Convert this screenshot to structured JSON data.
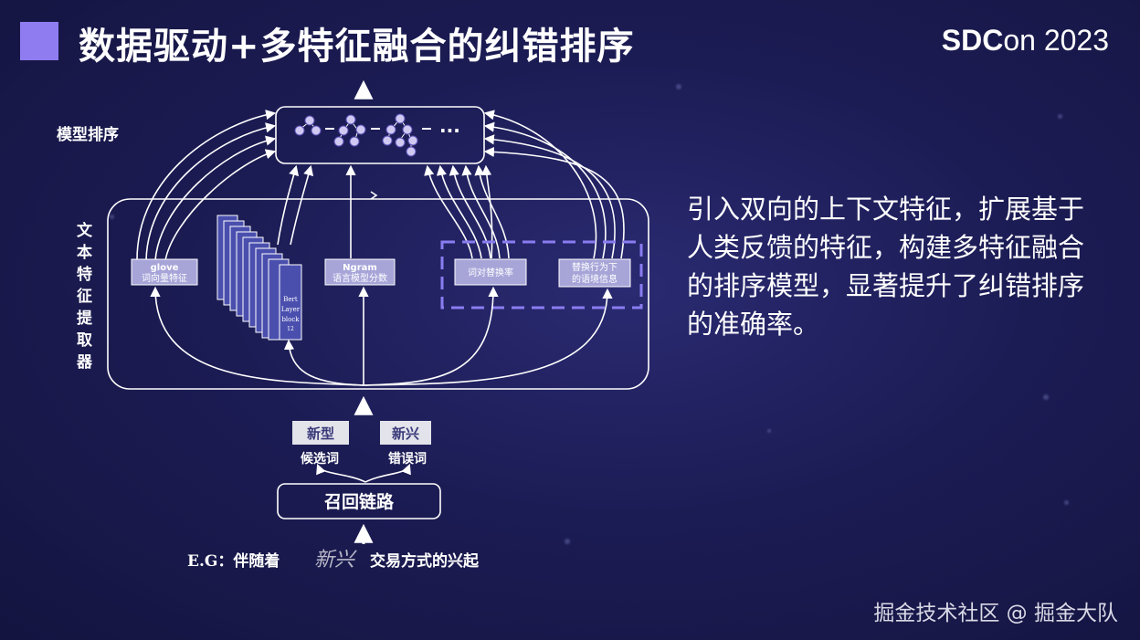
{
  "slide": {
    "title": "数据驱动+多特征融合的纠错排序",
    "brand_bold": "SDC",
    "brand_rest": "on 2023",
    "description": "引入双向的上下文特征，扩展基于人类反馈的特征，构建多特征融合的排序模型，显著提升了纠错排序的准确率。",
    "footer": "掘金技术社区 @ 掘金大队"
  },
  "diagram": {
    "model_sort_label": "模型排序",
    "extractor_label": [
      "文",
      "本",
      "特",
      "征",
      "提",
      "取",
      "器"
    ],
    "ellipsis": "···",
    "glove_title": "glove",
    "glove_sub": "词向量特征",
    "bert_lines": [
      "Bert",
      "Layer",
      "block",
      "12"
    ],
    "ngram_title": "Ngram",
    "ngram_sub": "语言模型分数",
    "pair_feature": "词对替换率",
    "context_line1": "替换行为下",
    "context_line2": "的语境信息",
    "candidate_box": "新型",
    "candidate_label": "候选词",
    "error_box": "新兴",
    "error_label": "错误词",
    "recall": "召回链路",
    "example_prefix": "E.G：伴随着",
    "example_word": "新兴",
    "example_suffix": "交易方式的兴起"
  }
}
